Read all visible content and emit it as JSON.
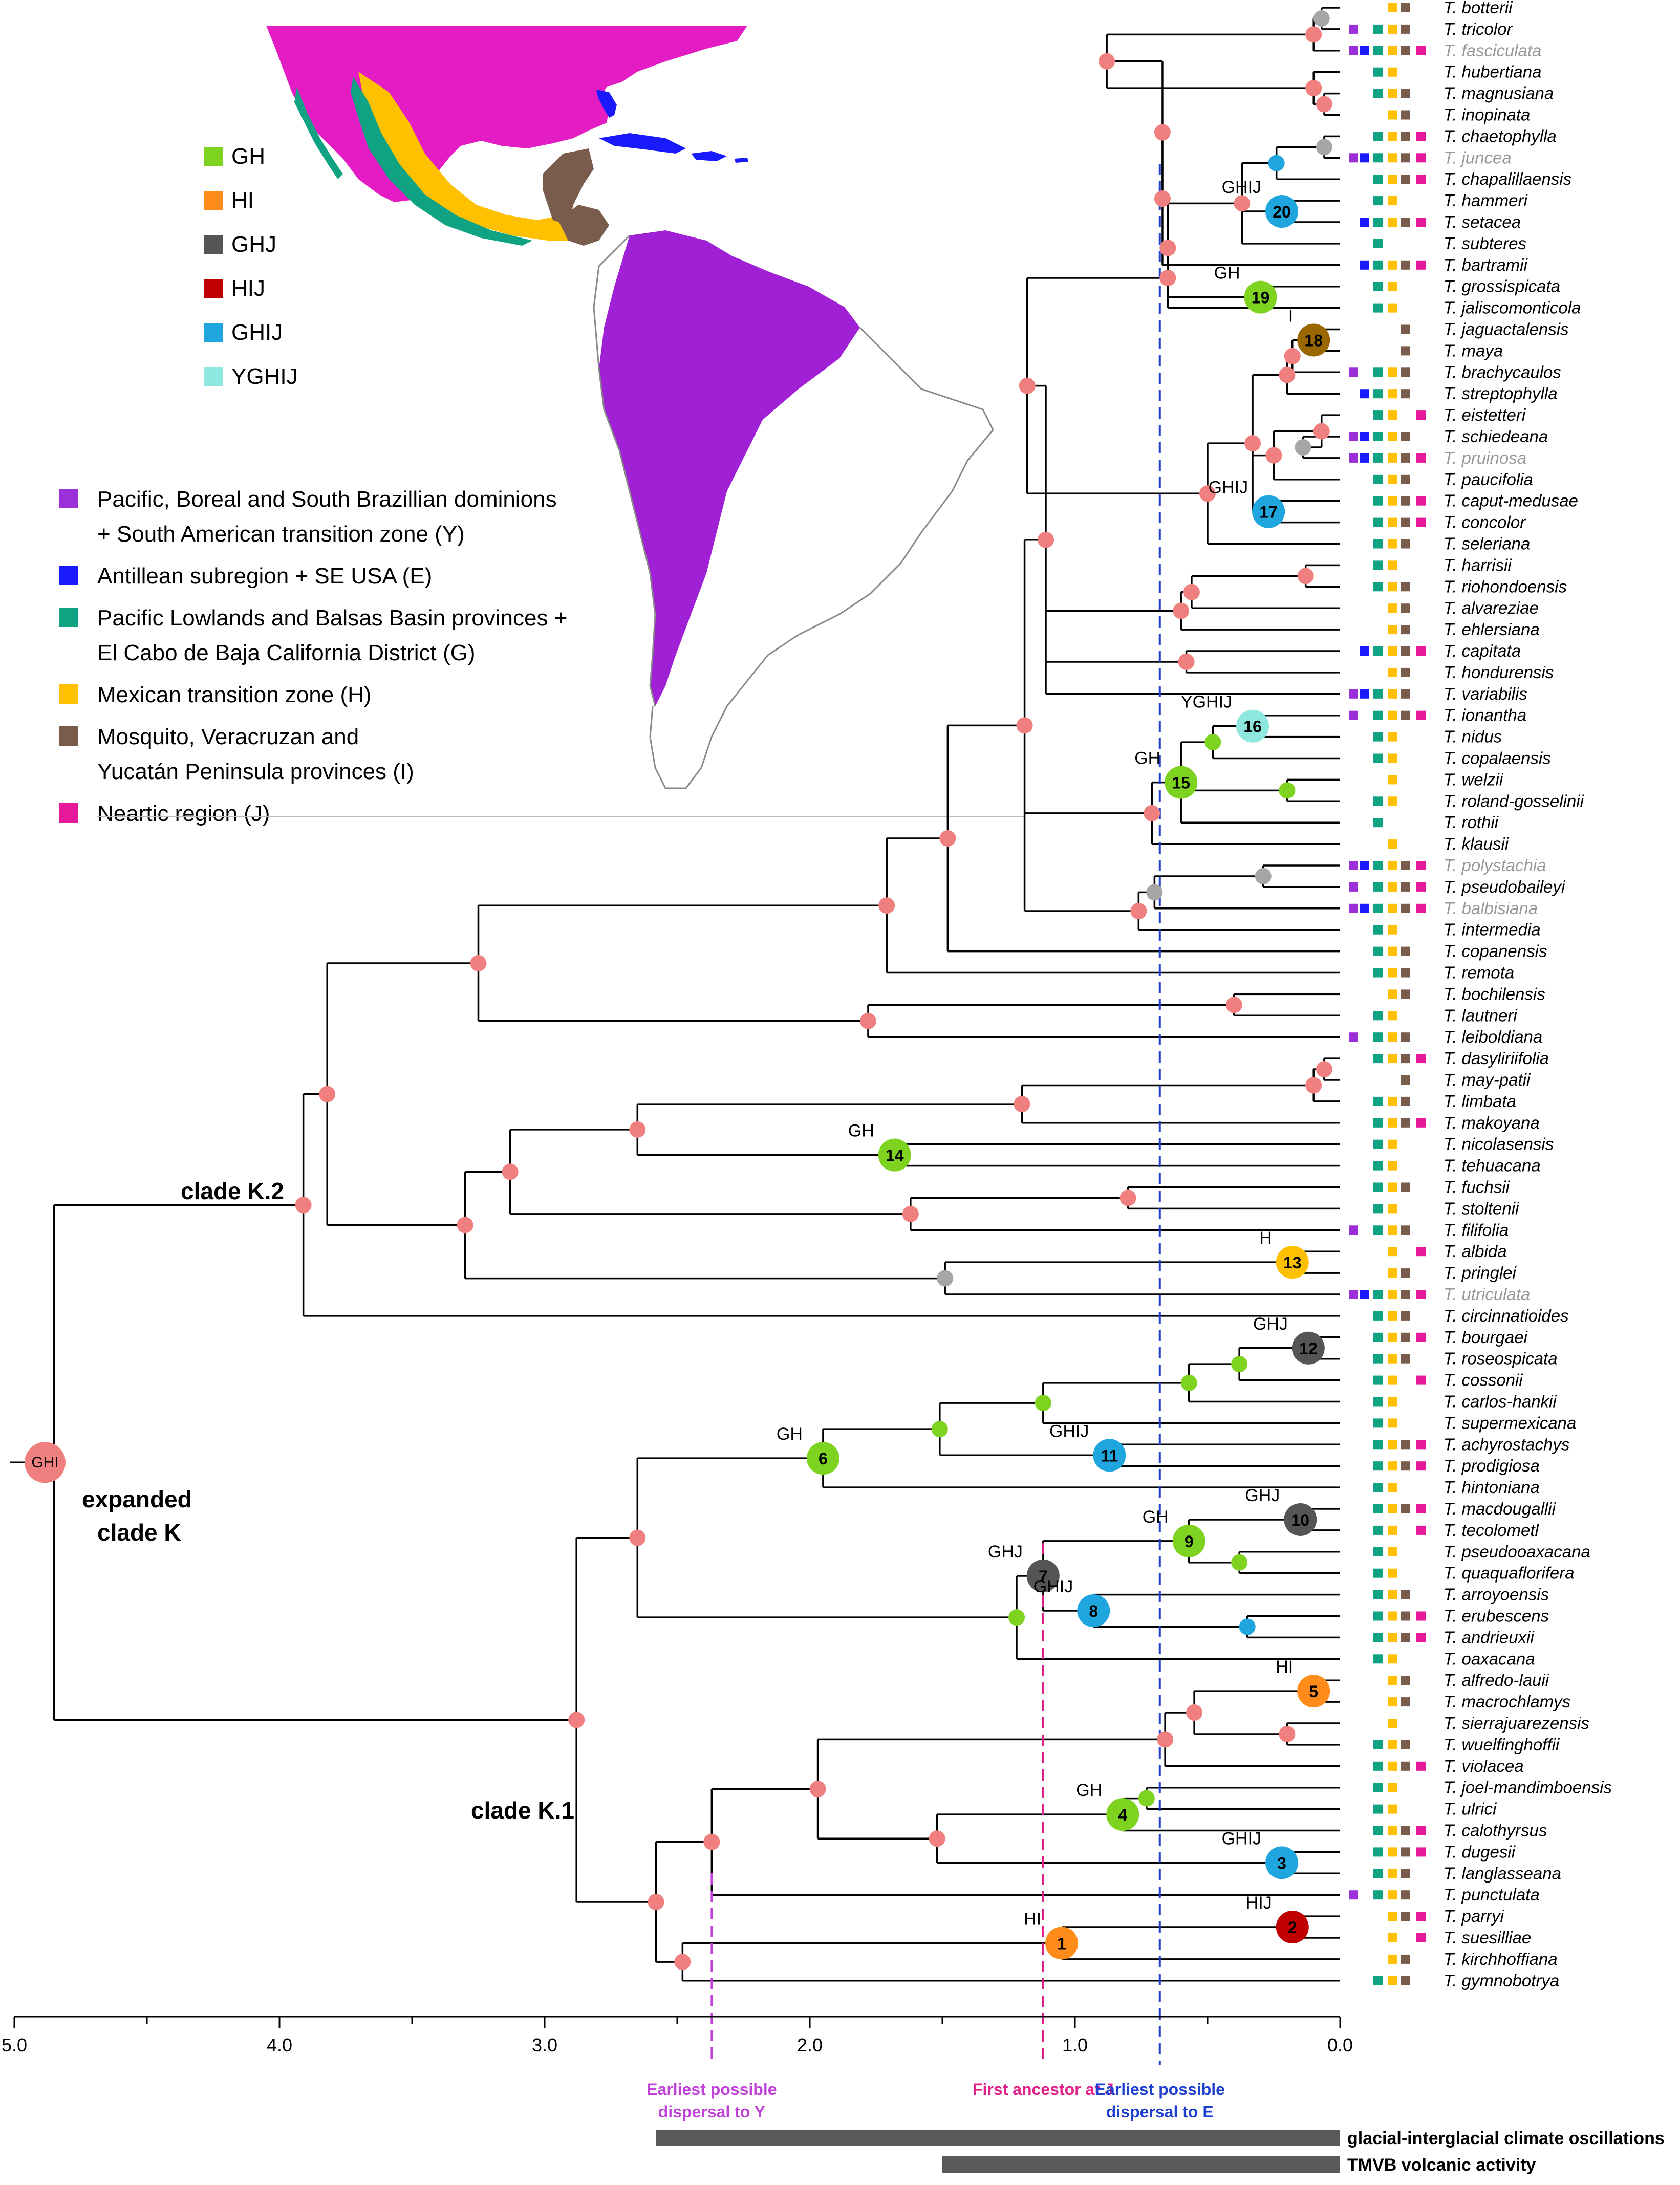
{
  "axis": {
    "ticks": [
      {
        "value": 5.0,
        "label": "5.0"
      },
      {
        "value": 4.0,
        "label": "4.0"
      },
      {
        "value": 3.0,
        "label": "3.0"
      },
      {
        "value": 2.0,
        "label": "2.0"
      },
      {
        "value": 1.0,
        "label": "1.0"
      },
      {
        "value": 0.0,
        "label": "0.0"
      }
    ]
  },
  "colors": {
    "Y": "#9b30d9",
    "E": "#1a1aff",
    "G": "#0fa383",
    "H": "#ffc000",
    "I": "#7a5c4d",
    "J": "#e5199a",
    "grey": "#a6a6a6",
    "node_pink": "#f08080",
    "GH": "#7ed321",
    "HI": "#ff8c1a",
    "GHJ": "#555555",
    "HIJ": "#c00000",
    "GHIJ": "#1fa6df",
    "YGHIJ": "#8ee8e0",
    "I_node": "#996600",
    "map_magenta": "#e31cc4",
    "map_purple": "#a020d6"
  },
  "legend_ancestral": [
    {
      "label": "GH",
      "color_key": "GH"
    },
    {
      "label": "HI",
      "color_key": "HI"
    },
    {
      "label": "GHJ",
      "color_key": "GHJ"
    },
    {
      "label": "HIJ",
      "color_key": "HIJ"
    },
    {
      "label": "GHIJ",
      "color_key": "GHIJ"
    },
    {
      "label": "YGHIJ",
      "color_key": "YGHIJ"
    }
  ],
  "legend_areas": [
    {
      "color_key": "Y",
      "lines": [
        "Pacific, Boreal and South Brazillian dominions",
        "+ South American transition zone (Y)"
      ]
    },
    {
      "color_key": "E",
      "lines": [
        "Antillean subregion + SE USA (E)"
      ]
    },
    {
      "color_key": "G",
      "lines": [
        "Pacific Lowlands and Balsas Basin provinces +",
        "El Cabo  de Baja California District (G)"
      ]
    },
    {
      "color_key": "H",
      "lines": [
        "Mexican transition zone (H)"
      ]
    },
    {
      "color_key": "I",
      "lines": [
        "Mosquito, Veracruzan and",
        "Yucatán Peninsula provinces (I)"
      ]
    },
    {
      "color_key": "J",
      "lines": [
        "Neartic region (J)"
      ]
    }
  ],
  "clade_labels": {
    "k2": "clade K.2",
    "k1": "clade K.1",
    "expanded_1": "expanded",
    "expanded_2": "clade K",
    "root": "GHI"
  },
  "taxa": [
    {
      "name": "T. botterii",
      "areas": "HI"
    },
    {
      "name": "T. tricolor",
      "areas": "YGHI"
    },
    {
      "name": "T. fasciculata",
      "areas": "YEGHIJ",
      "grey": true
    },
    {
      "name": "T. hubertiana",
      "areas": "GH"
    },
    {
      "name": "T. magnusiana",
      "areas": "GHI"
    },
    {
      "name": "T. inopinata",
      "areas": "HI"
    },
    {
      "name": "T. chaetophylla",
      "areas": "GHIJ"
    },
    {
      "name": "T. juncea",
      "areas": "YEGHIJ",
      "grey": true
    },
    {
      "name": "T. chapalillaensis",
      "areas": "GHIJ"
    },
    {
      "name": "T. hammeri",
      "areas": "GH"
    },
    {
      "name": "T. setacea",
      "areas": "EGHIJ"
    },
    {
      "name": "T. subteres",
      "areas": "G"
    },
    {
      "name": "T. bartramii",
      "areas": "EGHIJ"
    },
    {
      "name": "T. grossispicata",
      "areas": "GH"
    },
    {
      "name": "T. jaliscomonticola",
      "areas": "GH"
    },
    {
      "name": "T. jaguactalensis",
      "areas": "I"
    },
    {
      "name": "T. maya",
      "areas": "I"
    },
    {
      "name": "T. brachycaulos",
      "areas": "YGHI"
    },
    {
      "name": "T. streptophylla",
      "areas": "EGHI"
    },
    {
      "name": "T. eistetteri",
      "areas": "GHJ"
    },
    {
      "name": "T. schiedeana",
      "areas": "YEGHI"
    },
    {
      "name": "T. pruinosa",
      "areas": "YEGHIJ",
      "grey": true
    },
    {
      "name": "T. paucifolia",
      "areas": "GHI"
    },
    {
      "name": "T. caput-medusae",
      "areas": "GHIJ"
    },
    {
      "name": "T. concolor",
      "areas": "GHIJ"
    },
    {
      "name": "T. seleriana",
      "areas": "GHI"
    },
    {
      "name": "T. harrisii",
      "areas": "GH"
    },
    {
      "name": "T. riohondoensis",
      "areas": "GHI"
    },
    {
      "name": "T. alvareziae",
      "areas": "HI"
    },
    {
      "name": "T. ehlersiana",
      "areas": "HI"
    },
    {
      "name": "T. capitata",
      "areas": "EGHIJ"
    },
    {
      "name": "T. hondurensis",
      "areas": "HI"
    },
    {
      "name": "T. variabilis",
      "areas": "YEGHI"
    },
    {
      "name": "T. ionantha",
      "areas": "YGHIJ"
    },
    {
      "name": "T. nidus",
      "areas": "GH"
    },
    {
      "name": "T. copalaensis",
      "areas": "GH"
    },
    {
      "name": "T. welzii",
      "areas": "H"
    },
    {
      "name": "T. roland-gosselinii",
      "areas": "GH"
    },
    {
      "name": "T. rothii",
      "areas": "G"
    },
    {
      "name": "T. klausii",
      "areas": "H"
    },
    {
      "name": "T. polystachia",
      "areas": "YEGHIJ",
      "grey": true
    },
    {
      "name": "T. pseudobaileyi",
      "areas": "YGHIJ"
    },
    {
      "name": "T. balbisiana",
      "areas": "YEGHIJ",
      "grey": true
    },
    {
      "name": "T. intermedia",
      "areas": "GH"
    },
    {
      "name": "T. copanensis",
      "areas": "GHI"
    },
    {
      "name": "T. remota",
      "areas": "GHI"
    },
    {
      "name": "T. bochilensis",
      "areas": "HI"
    },
    {
      "name": "T. lautneri",
      "areas": "GH"
    },
    {
      "name": "T. leiboldiana",
      "areas": "YGHI"
    },
    {
      "name": "T. dasyliriifolia",
      "areas": "GHIJ"
    },
    {
      "name": "T. may-patii",
      "areas": "I"
    },
    {
      "name": "T. limbata",
      "areas": "GHI"
    },
    {
      "name": "T. makoyana",
      "areas": "GHIJ"
    },
    {
      "name": "T. nicolasensis",
      "areas": "GH"
    },
    {
      "name": "T. tehuacana",
      "areas": "GH"
    },
    {
      "name": "T. fuchsii",
      "areas": "GHI"
    },
    {
      "name": "T. stoltenii",
      "areas": "GH"
    },
    {
      "name": "T. filifolia",
      "areas": "YGHI"
    },
    {
      "name": "T. albida",
      "areas": "HJ"
    },
    {
      "name": "T. pringlei",
      "areas": "HI"
    },
    {
      "name": "T. utriculata",
      "areas": "YEGHIJ",
      "grey": true
    },
    {
      "name": "T. circinnatioides",
      "areas": "GHI"
    },
    {
      "name": "T. bourgaei",
      "areas": "GHIJ"
    },
    {
      "name": "T. roseospicata",
      "areas": "GHI"
    },
    {
      "name": "T. cossonii",
      "areas": "GHJ"
    },
    {
      "name": "T. carlos-hankii",
      "areas": "GH"
    },
    {
      "name": "T. supermexicana",
      "areas": "GH"
    },
    {
      "name": "T. achyrostachys",
      "areas": "GHIJ"
    },
    {
      "name": "T. prodigiosa",
      "areas": "GHIJ"
    },
    {
      "name": "T. hintoniana",
      "areas": "GH"
    },
    {
      "name": "T. macdougallii",
      "areas": "GHIJ"
    },
    {
      "name": "T. tecolometl",
      "areas": "GHJ"
    },
    {
      "name": "T. pseudooaxacana",
      "areas": "GH"
    },
    {
      "name": "T. quaquaflorifera",
      "areas": "GH"
    },
    {
      "name": "T. arroyoensis",
      "areas": "GHI"
    },
    {
      "name": "T. erubescens",
      "areas": "GHIJ"
    },
    {
      "name": "T. andrieuxii",
      "areas": "GHIJ"
    },
    {
      "name": "T. oaxacana",
      "areas": "GH"
    },
    {
      "name": "T. alfredo-lauii",
      "areas": "HI"
    },
    {
      "name": "T. macrochlamys",
      "areas": "HI"
    },
    {
      "name": "T. sierrajuarezensis",
      "areas": "H"
    },
    {
      "name": "T. wuelfinghoffii",
      "areas": "GHI"
    },
    {
      "name": "T. violacea",
      "areas": "GHIJ"
    },
    {
      "name": "T. joel-mandimboensis",
      "areas": "GH"
    },
    {
      "name": "T. ulrici",
      "areas": "GH"
    },
    {
      "name": "T. calothyrsus",
      "areas": "GHIJ"
    },
    {
      "name": "T. dugesii",
      "areas": "GHIJ"
    },
    {
      "name": "T. langlasseana",
      "areas": "GHI"
    },
    {
      "name": "T. punctulata",
      "areas": "YGHI"
    },
    {
      "name": "T. parryi",
      "areas": "HIJ"
    },
    {
      "name": "T. suesilliae",
      "areas": "HJ"
    },
    {
      "name": "T. kirchhoffiana",
      "areas": "HI"
    },
    {
      "name": "T. gymnobotrya",
      "areas": "GHI"
    }
  ],
  "numbered_nodes": [
    {
      "num": "1",
      "area": "HI",
      "label": "HI"
    },
    {
      "num": "2",
      "area": "HIJ",
      "label": "HIJ"
    },
    {
      "num": "3",
      "area": "GHIJ",
      "label": "GHIJ"
    },
    {
      "num": "4",
      "area": "GH",
      "label": "GH"
    },
    {
      "num": "5",
      "area": "HI",
      "label": "HI"
    },
    {
      "num": "6",
      "area": "GH",
      "label": "GH"
    },
    {
      "num": "7",
      "area": "GHJ",
      "label": "GHJ"
    },
    {
      "num": "8",
      "area": "GHIJ",
      "label": "GHIJ"
    },
    {
      "num": "9",
      "area": "GH",
      "label": "GH"
    },
    {
      "num": "10",
      "area": "GHJ",
      "label": "GHJ"
    },
    {
      "num": "11",
      "area": "GHIJ",
      "label": "GHIJ"
    },
    {
      "num": "12",
      "area": "GHJ",
      "label": "GHJ"
    },
    {
      "num": "13",
      "area": "H",
      "label": "H"
    },
    {
      "num": "14",
      "area": "GH",
      "label": "GH"
    },
    {
      "num": "15",
      "area": "GH",
      "label": "GH"
    },
    {
      "num": "16",
      "area": "YGHIJ",
      "label": "YGHIJ"
    },
    {
      "num": "17",
      "area": "GHIJ",
      "label": "GHIJ"
    },
    {
      "num": "18",
      "area": "I",
      "label": "I"
    },
    {
      "num": "19",
      "area": "GH",
      "label": "GH"
    },
    {
      "num": "20",
      "area": "GHIJ",
      "label": "GHIJ"
    }
  ],
  "annotations": {
    "dispersal_y": {
      "time": 2.37,
      "lines": [
        "Earliest possible",
        "dispersal to Y"
      ],
      "color": "#c042d8"
    },
    "ancestor_j": {
      "time": 1.12,
      "lines": [
        "First ancestor at J"
      ],
      "color": "#e0218a"
    },
    "dispersal_e": {
      "time": 0.68,
      "lines": [
        "Earliest possible",
        "dispersal to E"
      ],
      "color": "#1f3fd0"
    }
  },
  "bars": [
    {
      "label": "glacial-interglacial climate oscillations",
      "start": 2.58,
      "end": 0.0
    },
    {
      "label": "TMVB volcanic activity",
      "start": 1.5,
      "end": 0.0
    }
  ]
}
